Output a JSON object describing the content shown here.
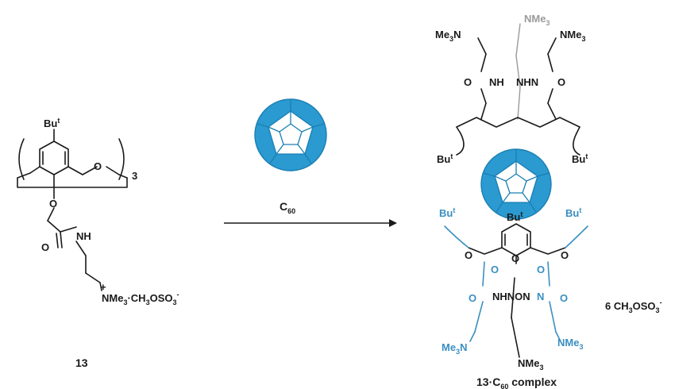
{
  "left": {
    "label_bu": "Bu",
    "label_bu_sup": "t",
    "label_repeat": "3",
    "label_o1": "O",
    "label_o2": "O",
    "label_o3": "O",
    "label_nh": "NH",
    "label_plus": "+",
    "label_nme": "NMe",
    "label_nme_sub": "3",
    "label_salt": "·CH",
    "label_salt_sub": "3",
    "label_salt2": "OSO",
    "label_salt_sub2": "3",
    "label_minus": "-",
    "compound_number": "13"
  },
  "arrow": {
    "reagent": "C",
    "reagent_sub": "60"
  },
  "right": {
    "top_me3n_left": "Me",
    "top_me3n_left_sub": "3",
    "top_me3n_left_n": "N",
    "top_nme3_back": "NMe",
    "top_nme3_back_sub": "3",
    "top_nme3_right": "NMe",
    "top_nme3_right_sub": "3",
    "top_o_left": "O",
    "top_nh_1": "NH",
    "top_nh_2": "NHN",
    "top_o_right": "O",
    "top_bu_left": "Bu",
    "top_bu_right": "Bu",
    "bu_sup": "t",
    "bot_bu_left": "Bu",
    "bot_bu_right": "Bu",
    "bot_bu_center": "Bu",
    "bot_o_1": "O",
    "bot_o_2": "O",
    "bot_o_3": "O",
    "bot_nhnoon": "NHNON",
    "bot_o_4": "O",
    "bot_o_5": "O",
    "bot_n": "N",
    "bot_me3n_left": "Me",
    "bot_me3n_left_sub": "3",
    "bot_me3n_left_n": "N",
    "bot_nme3_right": "NMe",
    "bot_nme3_right_sub": "3",
    "bot_nme3_center": "NMe",
    "bot_nme3_center_sub": "3",
    "counter_ion": "6 CH",
    "counter_ion_sub": "3",
    "counter_ion_rest": "OSO",
    "counter_ion_sub2": "3",
    "counter_ion_minus": "-",
    "complex_label": "13·C",
    "complex_label_sub": "60",
    "complex_label_rest": " complex"
  },
  "colors": {
    "ink": "#1a1a1a",
    "blue": "#3a8fc1",
    "fullerene": "#2a9ad0",
    "grey": "#9a9a9a"
  }
}
